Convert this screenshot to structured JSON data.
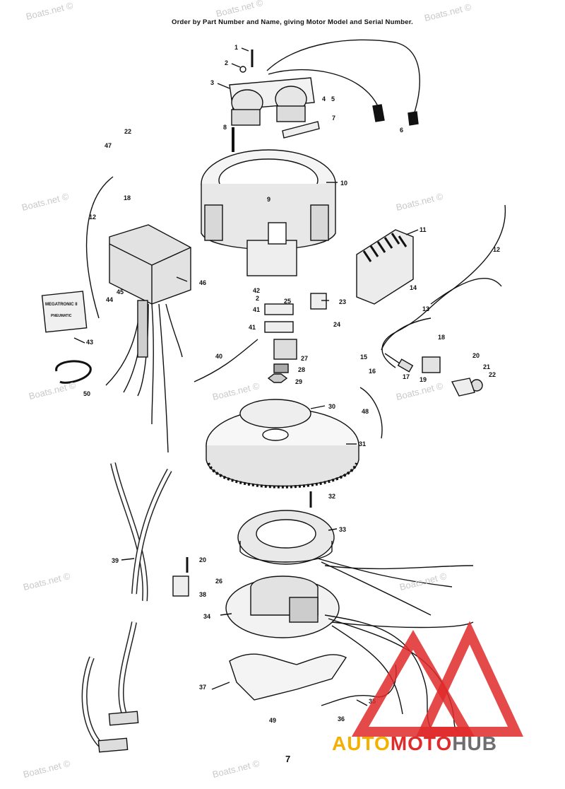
{
  "header": "Order by Part Number and Name, giving Motor Model and Serial Number.",
  "page_number": "7",
  "watermark": "Boats.net ©",
  "logo": {
    "auto": "AUTO",
    "moto": "MOTO",
    "hub": "HUB"
  },
  "colors": {
    "logo_auto": "#f4b000",
    "logo_moto": "#e12a2a",
    "logo_hub": "#6e6e6e",
    "watermark": "#c9c9c9"
  },
  "callouts": {
    "c1": "1",
    "c2": "2",
    "c3": "3",
    "c4": "4",
    "c5": "5",
    "c6": "6",
    "c7": "7",
    "c8": "8",
    "c9": "9",
    "c10": "10",
    "c11": "11",
    "c12a": "12",
    "c12b": "12",
    "c13": "13",
    "c14": "14",
    "c15": "15",
    "c16": "16",
    "c17": "17",
    "c18a": "18",
    "c18b": "18",
    "c19": "19",
    "c20a": "20",
    "c20b": "20",
    "c21": "21",
    "c22a": "22",
    "c22b": "22",
    "c23": "23",
    "c24": "24",
    "c25": "25",
    "c26": "26",
    "c27": "27",
    "c28": "28",
    "c29": "29",
    "c30": "30",
    "c31": "31",
    "c32": "32",
    "c33": "33",
    "c34": "34",
    "c35": "35",
    "c36": "36",
    "c37": "37",
    "c38": "38",
    "c39": "39",
    "c40": "40",
    "c41a": "41",
    "c41b": "41",
    "c42": "42",
    "c2b": "2",
    "c43": "43",
    "c44": "44",
    "c45": "45",
    "c46": "46",
    "c47": "47",
    "c49": "49",
    "c48": "48",
    "c50": "50"
  },
  "decal_text": {
    "line1": "MEGATRONIC II",
    "line2": "PNEUMATIC"
  }
}
